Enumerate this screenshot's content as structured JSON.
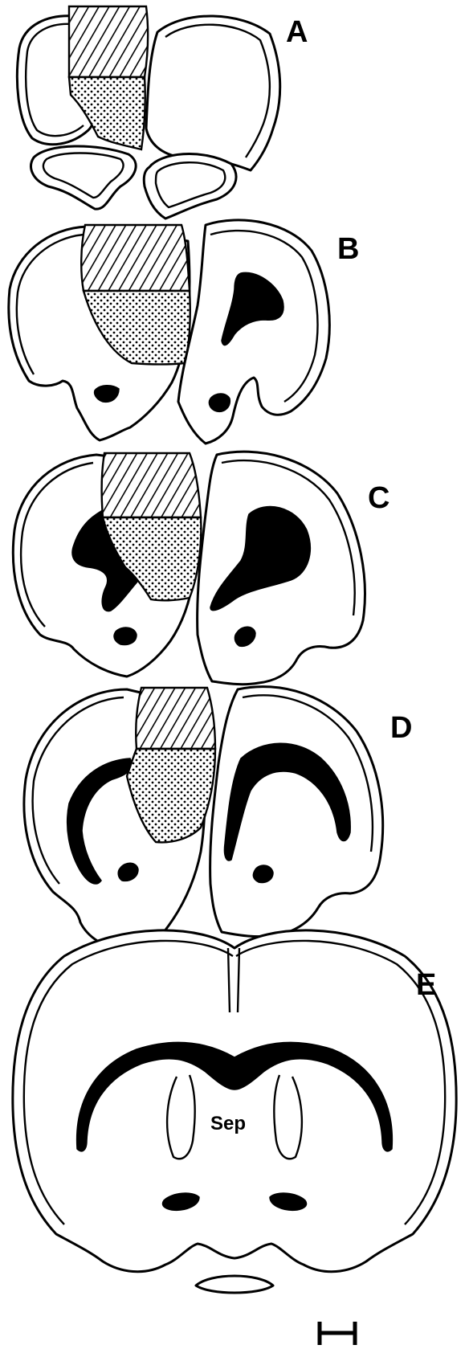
{
  "panels": [
    {
      "id": "A",
      "label": "A"
    },
    {
      "id": "B",
      "label": "B"
    },
    {
      "id": "C",
      "label": "C"
    },
    {
      "id": "D",
      "label": "D"
    },
    {
      "id": "E",
      "label": "E"
    }
  ],
  "region_labels": {
    "septum": "Sep"
  },
  "legend_patterns": [
    "hatched",
    "stippled"
  ],
  "colors": {
    "ink": "#000000",
    "paper": "#ffffff"
  }
}
